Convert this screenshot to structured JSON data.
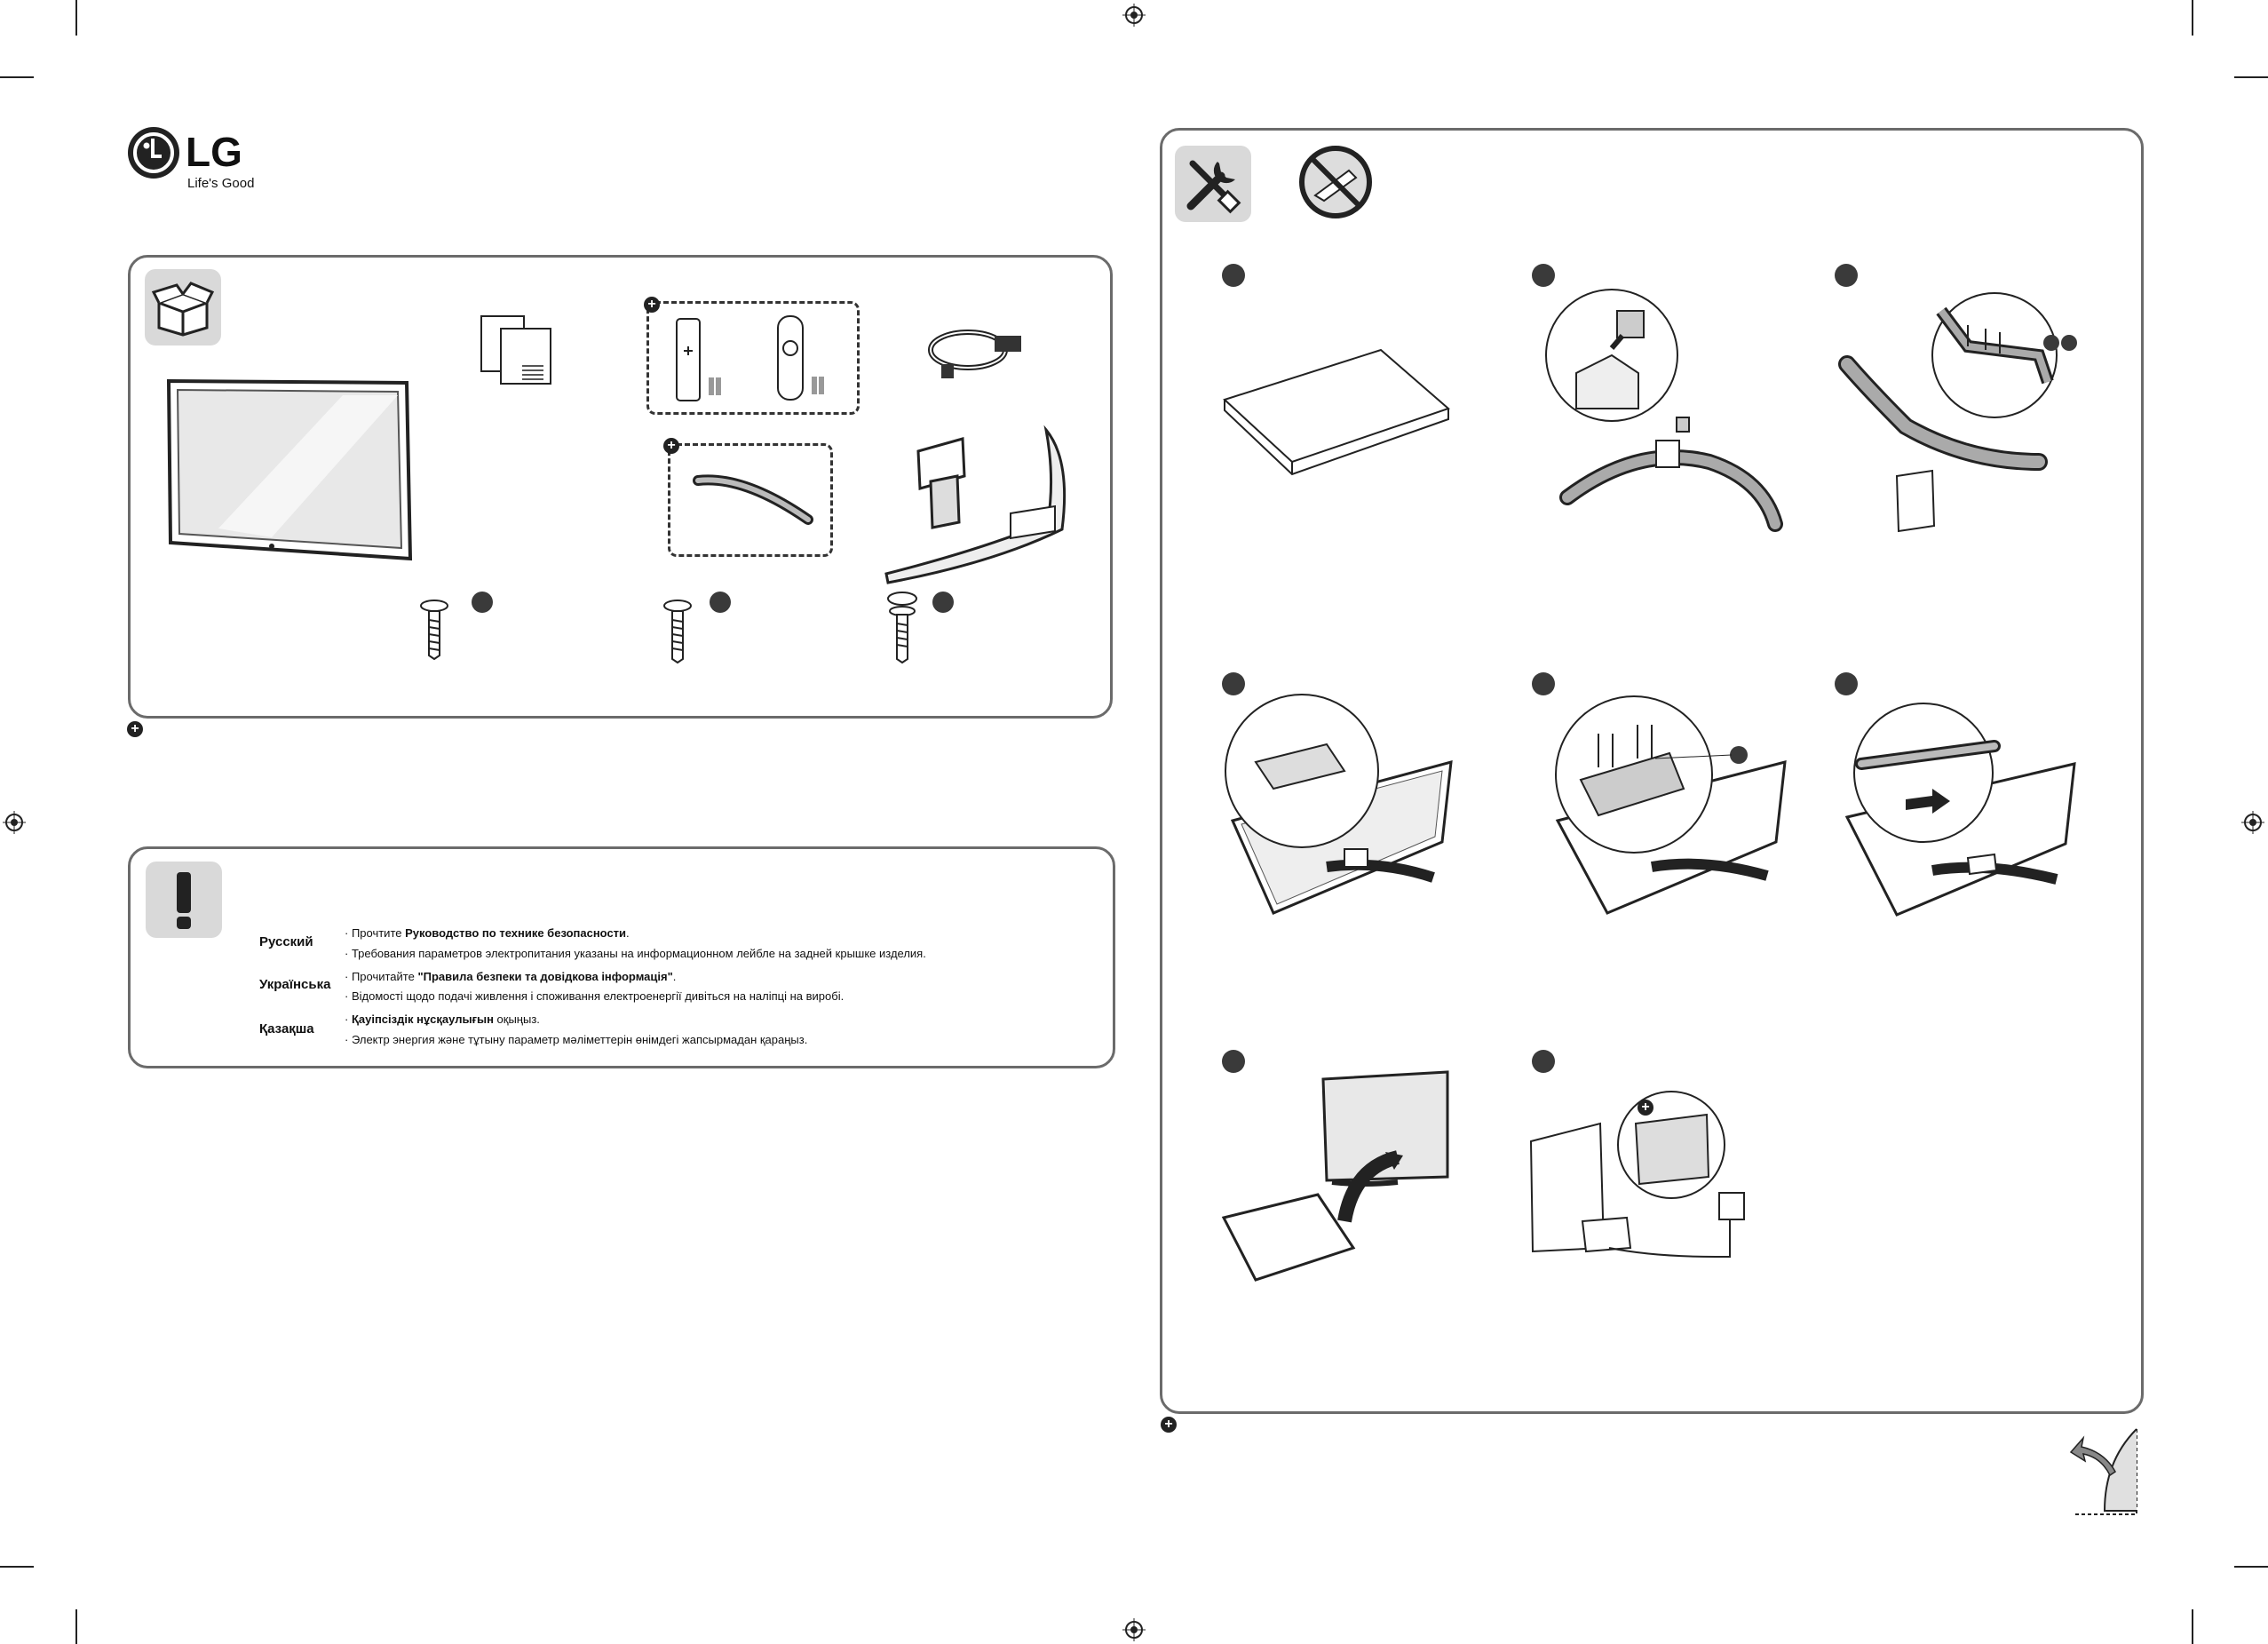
{
  "brand": {
    "name": "LG",
    "tagline": "Life's Good"
  },
  "safety": {
    "rows": [
      {
        "language": "Русский",
        "line1_prefix": "· Прочтите ",
        "line1_bold": "Руководство по технике безопасности",
        "line1_suffix": ".",
        "line2": "· Требования параметров электропитания указаны на информационном лейбле на задней крышке изделия."
      },
      {
        "language": "Українська",
        "line1_prefix": "· Прочитайте ",
        "line1_bold": "\"Правила безпеки та довідкова інформація\"",
        "line1_suffix": ".",
        "line2": "· Відомості щодо подачі живлення і споживання електроенергії дивіться на наліпці на виробі."
      },
      {
        "language": "Қазақша",
        "line1_prefix": "· ",
        "line1_bold": "Қауіпсіздік нұсқаулығын",
        "line1_suffix": " оқыңыз.",
        "line2": "· Электр энергия және тұтыну параметр мәліметтерін өнімдегі жапсырмадан қараңыз."
      }
    ]
  },
  "icons": {
    "box": "box-icon",
    "tools": "tools-icon",
    "no_knife": "no-knife-icon",
    "warning": "exclamation-icon",
    "optional": "plus-circle-icon",
    "page_turn": "page-turn-icon"
  },
  "colors": {
    "panel_border": "#6b6b6b",
    "tile_bg": "#d9d9d9",
    "marker": "#3a3a3a",
    "text": "#111111"
  }
}
